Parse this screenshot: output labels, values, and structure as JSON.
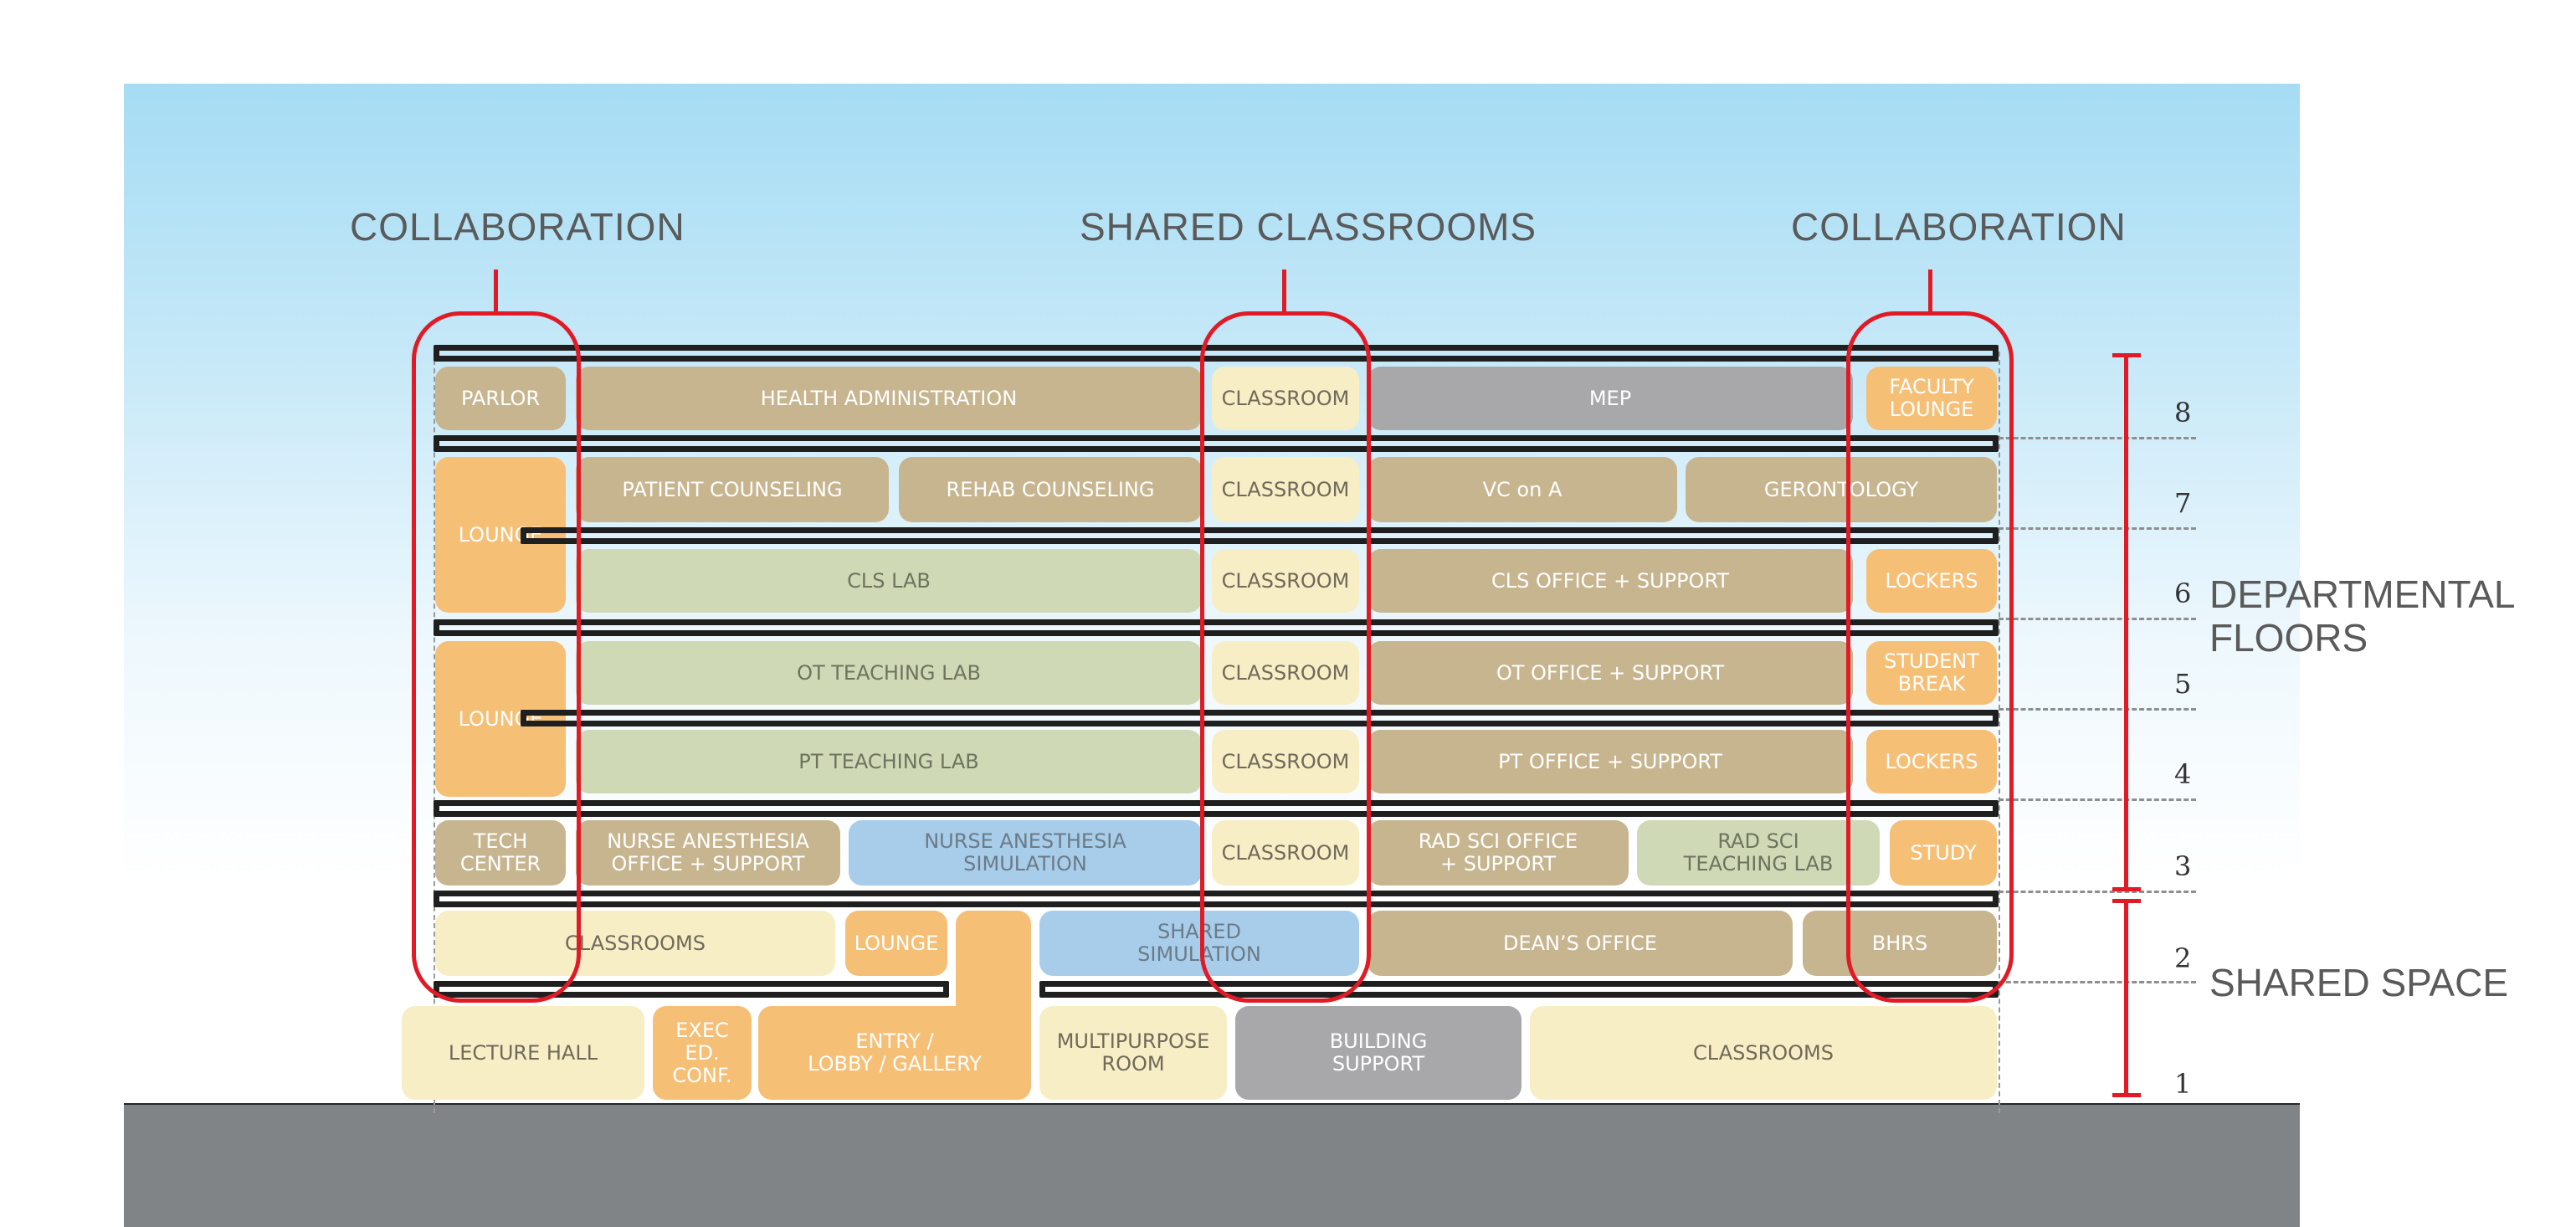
{
  "headings": {
    "left": "COLLABORATION",
    "center": "SHARED CLASSROOMS",
    "right": "COLLABORATION"
  },
  "side_labels": {
    "departmental": "DEPARTMENTAL\nFLOORS",
    "shared": "SHARED SPACE"
  },
  "floor_numbers": [
    "8",
    "7",
    "6",
    "5",
    "4",
    "3",
    "2",
    "1"
  ],
  "colors": {
    "tan": "#c7b590",
    "orange": "#f6bf76",
    "green": "#cfd9b6",
    "cream": "#f8eec6",
    "blue": "#a7cdeb",
    "gray": "#a8a8aa",
    "red": "#e01b26",
    "ground": "#818487"
  },
  "rooms": {
    "f8": {
      "parlor": "PARLOR",
      "health_admin": "HEALTH ADMINISTRATION",
      "classroom": "CLASSROOM",
      "mep": "MEP",
      "faculty_lounge": "FACULTY\nLOUNGE"
    },
    "f7": {
      "lounge": "LOUNGE",
      "patient_counseling": "PATIENT COUNSELING",
      "rehab_counseling": "REHAB COUNSELING",
      "classroom": "CLASSROOM",
      "vc_on_a": "VC on A",
      "gerontology": "GERONTOLOGY"
    },
    "f6": {
      "cls_lab": "CLS LAB",
      "classroom": "CLASSROOM",
      "cls_office": "CLS OFFICE + SUPPORT",
      "lockers": "LOCKERS"
    },
    "f5": {
      "lounge": "LOUNGE",
      "ot_teaching_lab": "OT TEACHING LAB",
      "classroom": "CLASSROOM",
      "ot_office": "OT OFFICE + SUPPORT",
      "student_break": "STUDENT\nBREAK"
    },
    "f4": {
      "pt_teaching_lab": "PT TEACHING LAB",
      "classroom": "CLASSROOM",
      "pt_office": "PT OFFICE + SUPPORT",
      "lockers": "LOCKERS"
    },
    "f3": {
      "tech_center": "TECH\nCENTER",
      "nurse_anesthesia_office": "NURSE ANESTHESIA\nOFFICE + SUPPORT",
      "nurse_anesthesia_sim": "NURSE ANESTHESIA\nSIMULATION",
      "classroom": "CLASSROOM",
      "rad_sci_office": "RAD SCI OFFICE\n+ SUPPORT",
      "rad_sci_lab": "RAD SCI\nTEACHING LAB",
      "study": "STUDY"
    },
    "f2": {
      "classrooms": "CLASSROOMS",
      "lounge": "LOUNGE",
      "shared_sim": "SHARED\nSIMULATION",
      "deans_office": "DEAN’S OFFICE",
      "bhrs": "BHRS"
    },
    "f1": {
      "lecture_hall": "LECTURE HALL",
      "exec_ed": "EXEC ED.\nCONF.",
      "entry": "ENTRY /\nLOBBY / GALLERY",
      "multipurpose": "MULTIPURPOSE\nROOM",
      "building_support": "BUILDING\nSUPPORT",
      "classrooms": "CLASSROOMS"
    }
  }
}
